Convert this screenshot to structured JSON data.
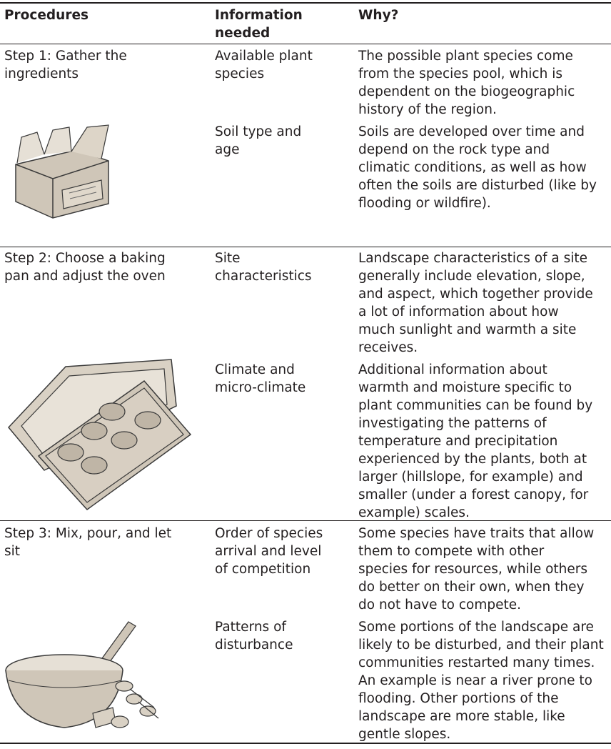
{
  "headers": [
    "Procedures",
    "Information\nneeded",
    "Why?"
  ],
  "rows": [
    {
      "procedure": "Step 1: Gather the\ningredients",
      "illustration": "recipe-box-icon",
      "items": [
        {
          "info": "Available plant\nspecies",
          "why": "The possible plant species come\nfrom the species pool, which is\ndependent on the biogeographic\nhistory of the region."
        },
        {
          "info": "Soil type and\nage",
          "why": "Soils are developed over time and\ndepend on the rock type and\nclimatic conditions, as well as how\noften the soils are disturbed (like by\nflooding or wildfire)."
        }
      ]
    },
    {
      "procedure": "Step 2: Choose a baking\npan and adjust the oven",
      "illustration": "baking-pans-icon",
      "items": [
        {
          "info": "Site\ncharacteristics",
          "why": "Landscape characteristics of a site\ngenerally include elevation, slope,\nand aspect, which together provide\na lot of information about how\nmuch sunlight and warmth a site\nreceives."
        },
        {
          "info": "Climate and\nmicro-climate",
          "why": "Additional information about\nwarmth and moisture specific to\nplant communities can be found by\ninvestigating the patterns of\ntemperature and precipitation\nexperienced by the plants, both at\nlarger (hillslope, for example) and\nsmaller (under a forest canopy, for\nexample) scales."
        }
      ]
    },
    {
      "procedure": "Step 3: Mix, pour, and let\nsit",
      "illustration": "mixing-bowl-icon",
      "items": [
        {
          "info": "Order of species\narrival and level\nof competition",
          "why": "Some species have traits that allow\nthem to compete with other\nspecies for resources, while others\ndo better on their own, when they\ndo not have to compete."
        },
        {
          "info": "Patterns of\ndisturbance",
          "why": "Some portions of the landscape are\nlikely to be disturbed, and their plant\ncommunities restarted many times.\nAn example is near a river prone to\nflooding. Other portions of the\nlandscape are more stable, like\ngentle slopes."
        }
      ]
    }
  ],
  "colors": {
    "text": "#231f20",
    "rule": "#231f20",
    "illustration_fill": "#cfc6b8",
    "illustration_line": "#3a3a3a"
  }
}
